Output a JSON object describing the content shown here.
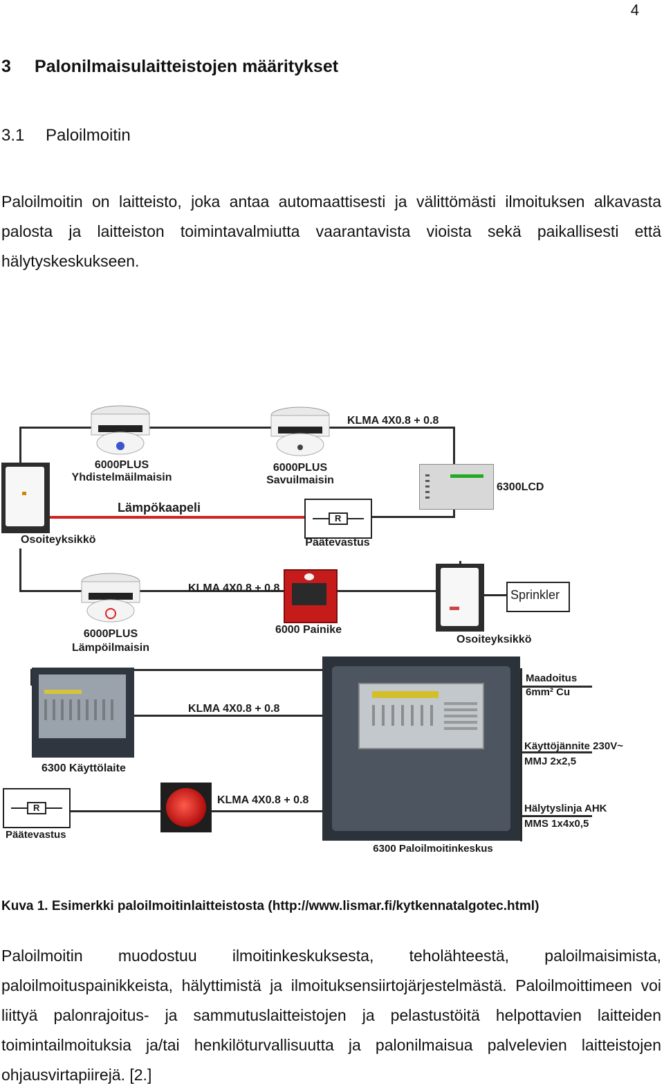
{
  "page_number": "4",
  "heading1": {
    "number": "3",
    "title": "Palonilmaisulaitteistojen määritykset"
  },
  "heading2": {
    "number": "3.1",
    "title": "Paloilmoitin"
  },
  "paragraph1": "Paloilmoitin on laitteisto, joka antaa automaattisesti ja välittömästi ilmoituksen alkavasta palosta ja laitteiston toimintavalmiutta vaarantavista vioista sekä paikallisesti että hälytyskeskukseen.",
  "figure": {
    "labels": {
      "smoke_combined_model": "6000PLUS",
      "smoke_combined_name": "Yhdistelmäilmaisin",
      "smoke_model": "6000PLUS",
      "smoke_name": "Savuilmaisin",
      "cable_top": "KLMA 4X0.8 + 0.8",
      "lcd": "6300LCD",
      "heat_cable": "Lämpökaapeli",
      "address_unit_left": "Osoiteyksikkö",
      "resistor_top": "Päätevastus",
      "resistor_symbol": "R",
      "cable_mid": "KLMA 4X0.8 + 0.8",
      "sprinkler": "Sprinkler",
      "heat_model": "6000PLUS",
      "heat_name": "Lämpöilmaisin",
      "button": "6000 Painike",
      "address_unit_right": "Osoiteyksikkö",
      "earth_1": "Maadoitus",
      "earth_2": "6mm² Cu",
      "cable_panel": "KLMA 4X0.8 + 0.8",
      "control_unit": "6300 Käyttölaite",
      "voltage_1": "Käyttöjännite 230V~",
      "voltage_2": "MMJ 2x2,5",
      "cable_bottom": "KLMA 4X0.8 + 0.8",
      "alarm_1": "Hälytyslinja AHK",
      "alarm_2": "MMS 1x4x0,5",
      "resistor_bottom": "Päätevastus",
      "panel": "6300 Paloilmoitinkeskus"
    }
  },
  "caption": "Kuva 1. Esimerkki paloilmoitinlaitteistosta (http://www.lismar.fi/kytkennatalgotec.html)",
  "paragraph2": "Paloilmoitin muodostuu ilmoitinkeskuksesta, teholähteestä, paloilmaisimista, paloilmoituspainikkeista, hälyttimistä ja ilmoituksensiirtojärjestelmästä. Paloilmoittimeen voi liittyä palonrajoitus- ja sammutuslaitteistojen ja pelastustöitä helpottavien laitteiden toimintailmoituksia ja/tai henkilöturvallisuutta ja palonilmaisua palvelevien laitteistojen ohjausvirtapiirejä. [2.]"
}
